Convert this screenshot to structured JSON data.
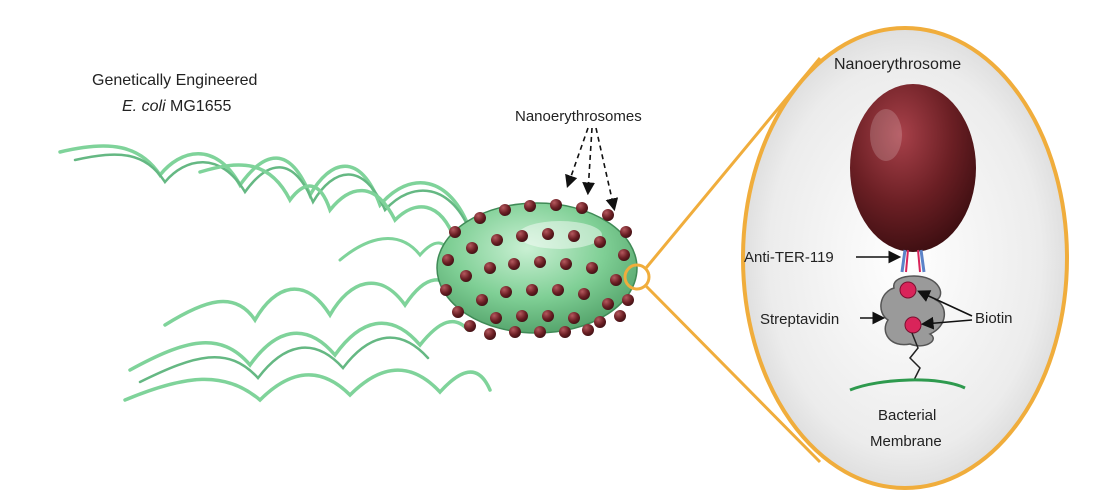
{
  "labels": {
    "bacterium_line1": "Genetically Engineered",
    "bacterium_species": "E. coli",
    "bacterium_strain": " MG1655",
    "nanoerythrosomes": "Nanoerythrosomes",
    "inset_title": "Nanoerythrosome",
    "antibody": "Anti-TER-119",
    "streptavidin": "Streptavidin",
    "biotin": "Biotin",
    "membrane_line1": "Bacterial",
    "membrane_line2": "Membrane"
  },
  "colors": {
    "bacterium_body": "#7fcf95",
    "flagella": "#7fd39a",
    "nanoerythrosome": "#6b1f24",
    "inset_border": "#f0ad3c",
    "membrane": "#2e9a4e",
    "biotin": "#d9245a",
    "antibody_blue": "#5b83c8"
  }
}
